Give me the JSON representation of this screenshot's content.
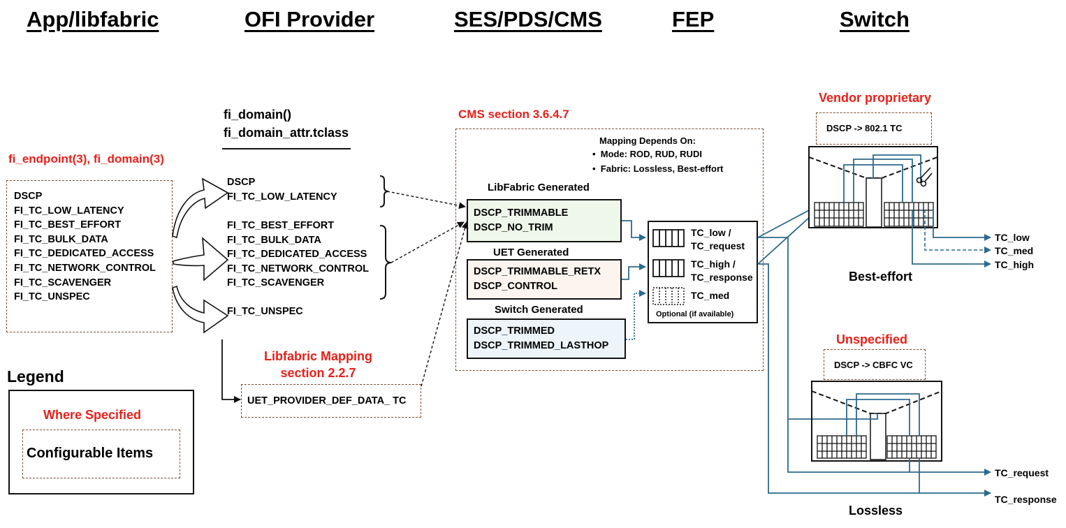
{
  "headers": {
    "app": "App/libfabric",
    "ofi": "OFI Provider",
    "ses": "SES/PDS/CMS",
    "fep": "FEP",
    "switch": "Switch"
  },
  "app": {
    "spec_label": "fi_endpoint(3), fi_domain(3)",
    "items": [
      "DSCP",
      "FI_TC_LOW_LATENCY",
      "FI_TC_BEST_EFFORT",
      "FI_TC_BULK_DATA",
      "FI_TC_DEDICATED_ACCESS",
      "FI_TC_NETWORK_CONTROL",
      "FI_TC_SCAVENGER",
      "FI_TC_UNSPEC"
    ]
  },
  "ofi": {
    "domain_lines": [
      "fi_domain()",
      "fi_domain_attr.tclass"
    ],
    "group1": [
      "DSCP",
      "FI_TC_LOW_LATENCY"
    ],
    "group2": [
      "FI_TC_BEST_EFFORT",
      "FI_TC_BULK_DATA",
      "FI_TC_DEDICATED_ACCESS",
      "FI_TC_NETWORK_CONTROL",
      "FI_TC_SCAVENGER"
    ],
    "group3": [
      "FI_TC_UNSPEC"
    ],
    "mapping_label_line1": "Libfabric Mapping",
    "mapping_label_line2": "section 2.2.7",
    "mapping_box": "UET_PROVIDER_DEF_DATA_ TC"
  },
  "cms": {
    "section_label": "CMS section 3.6.4.7",
    "depends_title": "Mapping Depends On:",
    "depends_items": [
      "Mode: ROD, RUD, RUDI",
      "Fabric: Lossless, Best-effort"
    ],
    "libfabric_generated": {
      "title": "LibFabric Generated",
      "items": [
        "DSCP_TRIMMABLE",
        "DSCP_NO_TRIM"
      ],
      "color": "#eef7ea"
    },
    "uet_generated": {
      "title": "UET Generated",
      "items": [
        "DSCP_TRIMMABLE_RETX",
        "DSCP_CONTROL"
      ],
      "color": "#fcf4ee"
    },
    "switch_generated": {
      "title": "Switch Generated",
      "items": [
        "DSCP_TRIMMED",
        "DSCP_TRIMMED_LASTHOP"
      ],
      "color": "#edf5fb"
    }
  },
  "fep": {
    "queues": [
      {
        "line1": "TC_low /",
        "line2": "TC_request"
      },
      {
        "line1": "TC_high /",
        "line2": "TC_response"
      },
      {
        "line1": "TC_med",
        "line2": ""
      }
    ],
    "optional_note": "Optional (if available)"
  },
  "switch": {
    "best_effort": {
      "label": "Vendor proprietary",
      "map": "DSCP -> 802.1 TC",
      "caption": "Best-effort",
      "outputs": [
        "TC_low",
        "TC_med",
        "TC_high"
      ]
    },
    "lossless": {
      "label": "Unspecified",
      "map": "DSCP -> CBFC VC",
      "caption": "Lossless",
      "outputs": [
        "TC_request",
        "TC_response"
      ]
    }
  },
  "legend": {
    "title": "Legend",
    "where": "Where Specified",
    "configurable": "Configurable Items"
  },
  "colors": {
    "red": "#e8201a",
    "flow": "#2b6a8c",
    "dash_border": "#7a4b2a"
  }
}
